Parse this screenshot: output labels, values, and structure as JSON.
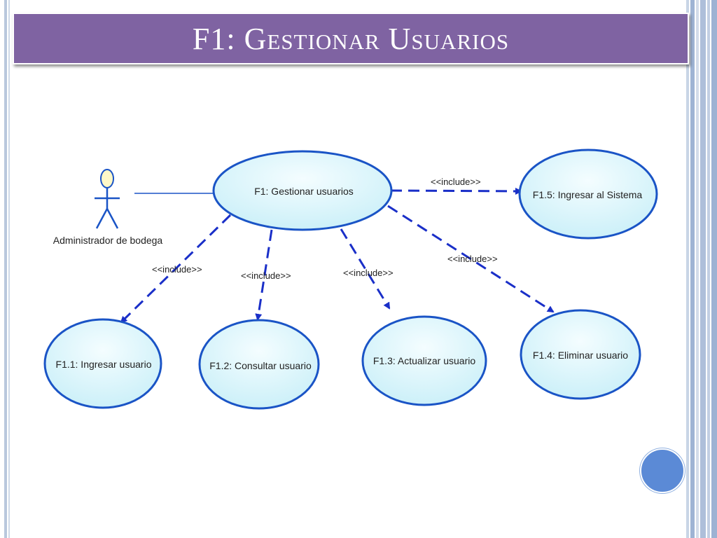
{
  "slide": {
    "title": "F1: Gestionar Usuarios"
  },
  "diagram": {
    "actor": {
      "label": "Administrador de bodega"
    },
    "main_use_case": {
      "label": "F1: Gestionar usuarios"
    },
    "use_cases": [
      {
        "id": "f11",
        "label": "F1.1: Ingresar usuario"
      },
      {
        "id": "f12",
        "label": "F1.2: Consultar usuario"
      },
      {
        "id": "f13",
        "label": "F1.3: Actualizar usuario"
      },
      {
        "id": "f14",
        "label": "F1.4: Eliminar usuario"
      },
      {
        "id": "f15",
        "label": "F1.5: Ingresar al Sistema"
      }
    ],
    "relations": [
      {
        "to": "f15",
        "label": "<<include>>"
      },
      {
        "to": "f11",
        "label": "<<include>>"
      },
      {
        "to": "f12",
        "label": "<<include>>"
      },
      {
        "to": "f13",
        "label": "<<include>>"
      },
      {
        "to": "f14",
        "label": "<<include>>"
      }
    ]
  },
  "colors": {
    "title_bg": "#7f63a2",
    "ellipse_fill": "#dff7fb",
    "ellipse_stroke": "#1a54c6",
    "arrow": "#1a2fc8"
  }
}
